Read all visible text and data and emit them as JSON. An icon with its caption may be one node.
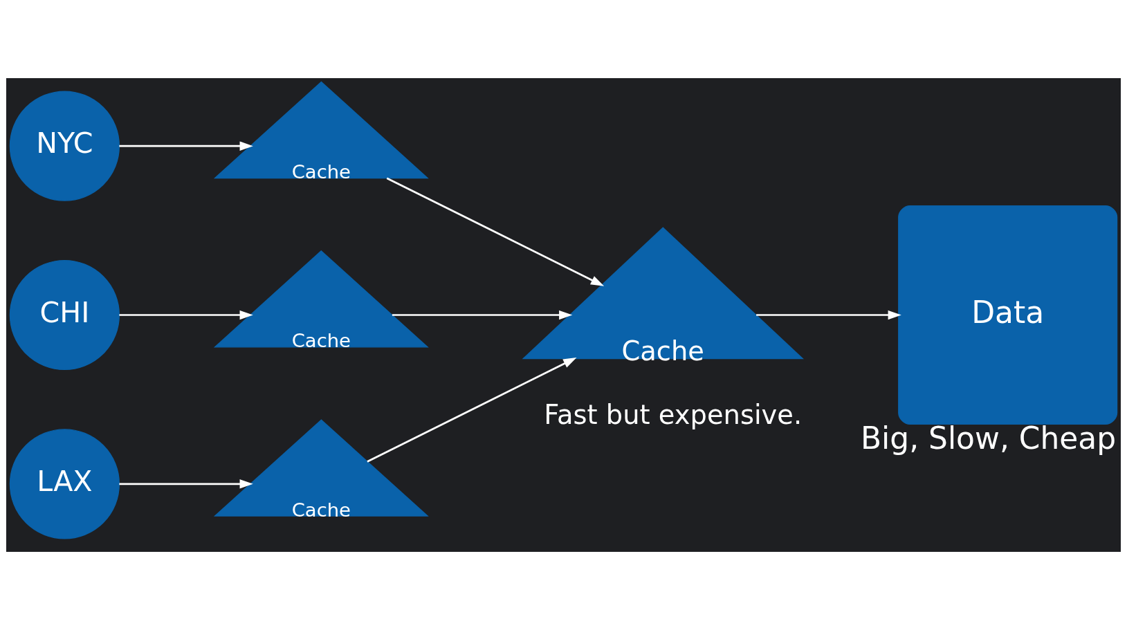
{
  "diagram": {
    "nodes": [
      {
        "text": [
          "NYC"
        ]
      },
      {
        "text": [
          "Cache"
        ]
      },
      {
        "text": [
          "CHI"
        ]
      },
      {
        "text": [
          "Cache"
        ]
      },
      {
        "text": [
          "LAX"
        ]
      },
      {
        "text": [
          "Cache"
        ]
      },
      {
        "text": [
          "Cache"
        ],
        "beside": [
          "Fast but expensive."
        ]
      },
      {
        "text": [
          "Data"
        ],
        "beside": [
          "Big, Slow, Cheap"
        ]
      }
    ],
    "edges": [
      {
        "from": 0,
        "to": 1,
        "arrow": "to"
      },
      {
        "from": 2,
        "to": 3,
        "arrow": "to"
      },
      {
        "from": 4,
        "to": 5,
        "arrow": "to"
      },
      {
        "from": 1,
        "to": 6,
        "arrow": "to"
      },
      {
        "from": 3,
        "to": 6,
        "arrow": "to"
      },
      {
        "from": 5,
        "to": 6,
        "arrow": "to"
      },
      {
        "from": 6,
        "to": 7,
        "arrow": "to"
      }
    ]
  }
}
